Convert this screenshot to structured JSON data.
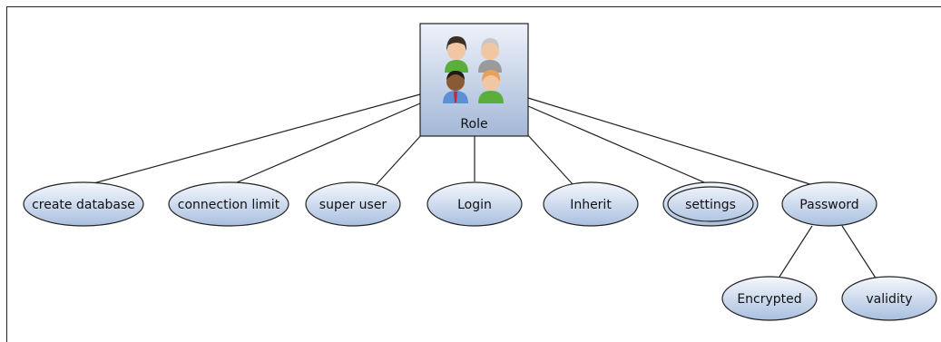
{
  "diagram": {
    "root": {
      "label": "Role",
      "icon": "users-group-icon"
    },
    "attributes": [
      {
        "id": "create-database",
        "label": "create database",
        "double": false
      },
      {
        "id": "connection-limit",
        "label": "connection limit",
        "double": false
      },
      {
        "id": "super-user",
        "label": "super user",
        "double": false
      },
      {
        "id": "login",
        "label": "Login",
        "double": false
      },
      {
        "id": "inherit",
        "label": "Inherit",
        "double": false
      },
      {
        "id": "settings",
        "label": "settings",
        "double": true
      },
      {
        "id": "password",
        "label": "Password",
        "double": false
      }
    ],
    "sub_attributes": [
      {
        "id": "encrypted",
        "label": "Encrypted",
        "parent": "password"
      },
      {
        "id": "validity",
        "label": "validity",
        "parent": "password"
      }
    ],
    "colors": {
      "ellipse_fill_top": "#f4f7fc",
      "ellipse_fill_bottom": "#a9bfdf",
      "entity_fill_top": "#eef2fa",
      "entity_fill_bottom": "#a8bcd9",
      "stroke": "#222222"
    }
  }
}
